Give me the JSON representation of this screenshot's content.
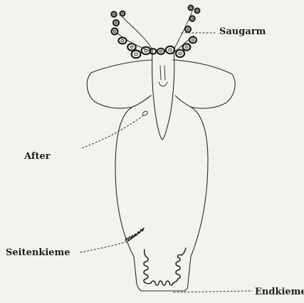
{
  "figure": {
    "labels": {
      "saugarm": "Saugarm",
      "after": "After",
      "seitenkieme": "Seitenkieme",
      "endkieme": "Endkieme"
    }
  }
}
